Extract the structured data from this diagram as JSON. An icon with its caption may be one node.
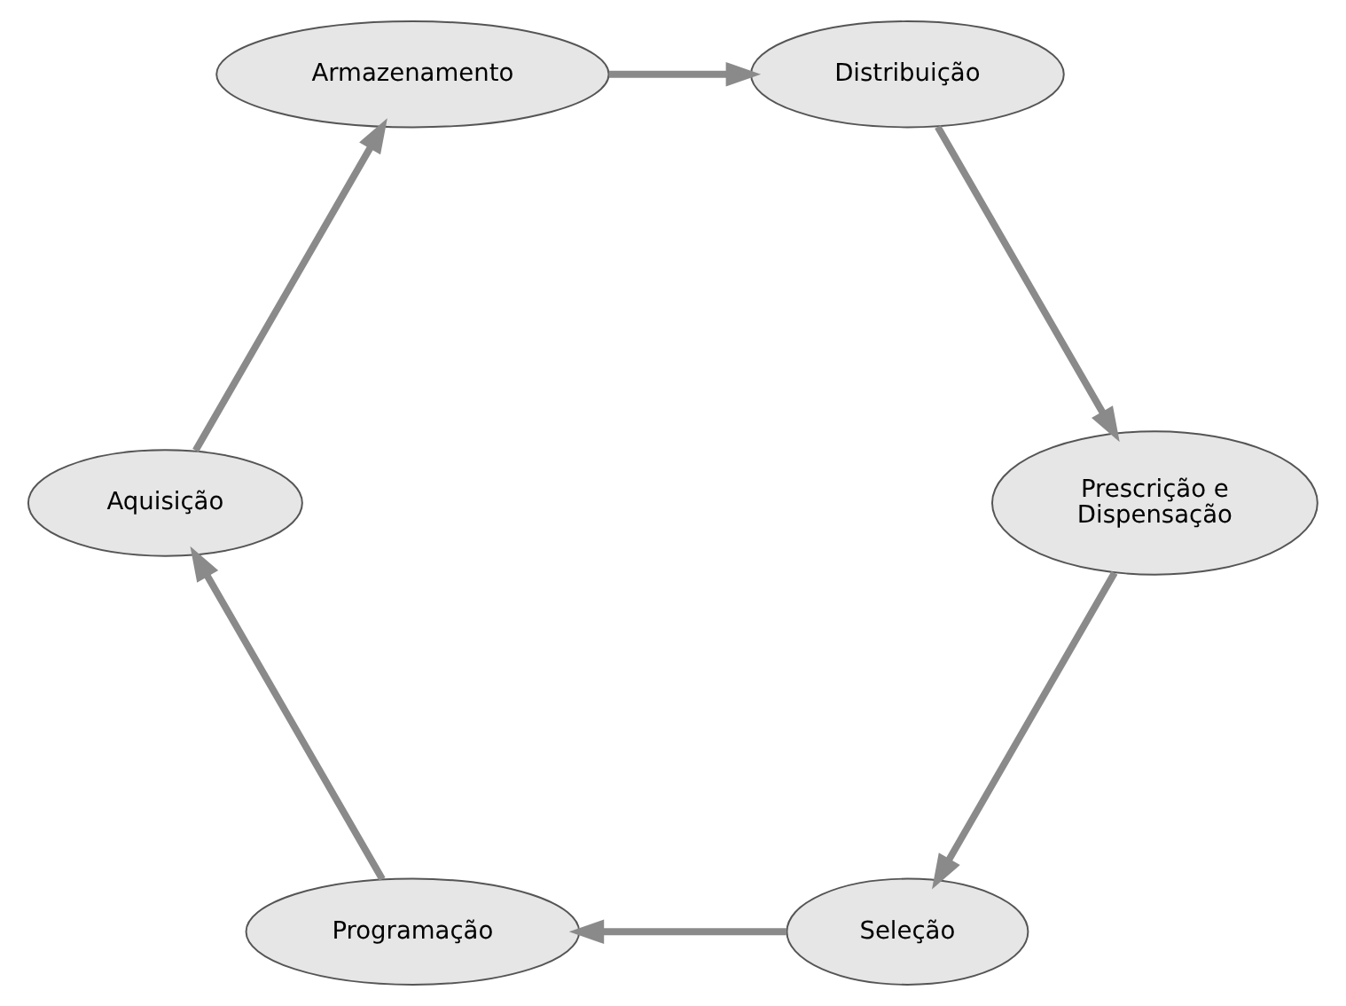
{
  "diagram": {
    "nodes": [
      {
        "text": [
          "Seleção"
        ]
      },
      {
        "text": [
          "Programação"
        ]
      },
      {
        "text": [
          "Aquisição"
        ]
      },
      {
        "text": [
          "Armazenamento"
        ]
      },
      {
        "text": [
          "Distribuição"
        ]
      },
      {
        "text": [
          "Prescrição e Dispensação"
        ]
      }
    ],
    "edges": [
      {
        "from": 0,
        "to": 1,
        "arrow": "to"
      },
      {
        "from": 1,
        "to": 2,
        "arrow": "to"
      },
      {
        "from": 2,
        "to": 3,
        "arrow": "to"
      },
      {
        "from": 3,
        "to": 4,
        "arrow": "to"
      },
      {
        "from": 4,
        "to": 5,
        "arrow": "to"
      },
      {
        "from": 5,
        "to": 0,
        "arrow": "to"
      }
    ]
  }
}
